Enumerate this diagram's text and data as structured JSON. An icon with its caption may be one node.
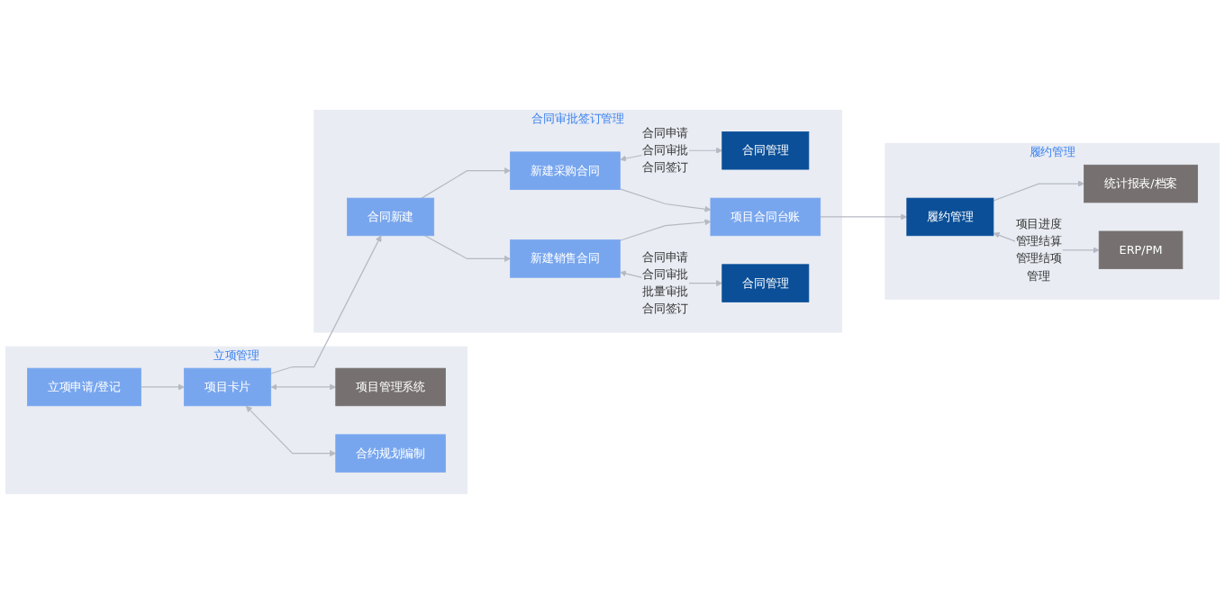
{
  "diagram": {
    "nodes": [
      {
        "text": [
          "立项管理"
        ]
      },
      {
        "text": [
          "项目管理系统"
        ],
        "in": 0
      },
      {
        "text": [
          "立项申请/登记"
        ],
        "in": 0
      },
      {
        "text": [
          "项目卡片"
        ],
        "in": 0
      },
      {
        "text": [
          "合约规划编制"
        ],
        "in": 0
      },
      {
        "text": [
          "合同审批签订管理"
        ]
      },
      {
        "text": [
          "合同管理"
        ],
        "in": 5
      },
      {
        "text": [
          "合同新建"
        ],
        "in": 5
      },
      {
        "text": [
          "新建采购合同"
        ],
        "in": 5
      },
      {
        "text": [
          "新建销售合同"
        ],
        "in": 5
      },
      {
        "text": [
          "项目合同台账"
        ],
        "in": 5
      },
      {
        "text": [
          "合同管理"
        ],
        "in": 5
      },
      {
        "text": [
          "履约管理"
        ]
      },
      {
        "text": [
          "统计报表/档案"
        ],
        "in": 12
      },
      {
        "text": [
          "履约管理"
        ],
        "in": 12
      },
      {
        "text": [
          "ERP/PM"
        ],
        "in": 12
      }
    ],
    "edges": [
      {
        "from": 2,
        "to": 3,
        "arrow": "to"
      },
      {
        "from": 3,
        "to": 1,
        "arrow": "both"
      },
      {
        "from": 3,
        "to": 4,
        "arrow": "both"
      },
      {
        "from": 3,
        "to": 7,
        "arrow": "to"
      },
      {
        "from": 7,
        "to": 8,
        "arrow": "to"
      },
      {
        "from": 7,
        "to": 9,
        "arrow": "to"
      },
      {
        "from": 8,
        "to": 6,
        "arrow": "both",
        "label": "合同申请合同审批合同签订"
      },
      {
        "from": 9,
        "to": 11,
        "arrow": "both",
        "label": "合同申请合同审批批量审批合同签订"
      },
      {
        "from": 8,
        "to": 10,
        "arrow": "to"
      },
      {
        "from": 9,
        "to": 10,
        "arrow": "to"
      },
      {
        "from": 10,
        "to": 14,
        "arrow": "to"
      },
      {
        "from": 14,
        "to": 13,
        "arrow": "to"
      },
      {
        "from": 14,
        "to": 15,
        "arrow": "both",
        "label": "项目进度管理结算管理结项管理"
      }
    ]
  }
}
